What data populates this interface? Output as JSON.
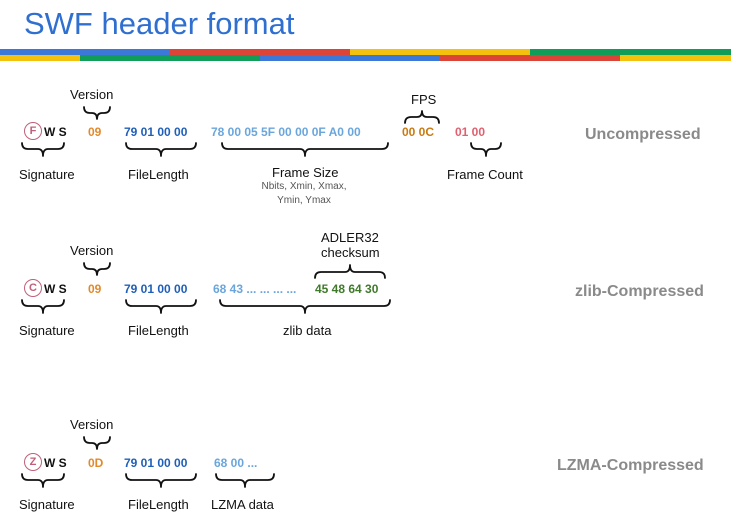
{
  "title": "SWF header format",
  "colors": {
    "title": "#2f6fd0",
    "version_byte": "#e08a2c",
    "file_length": "#1f5fb8",
    "frame_size": "#6aa6dc",
    "fps": "#c97a10",
    "frame_count": "#e06070",
    "checksum": "#3f7a2a",
    "signature_circle": "#c0607a",
    "mode_label": "#8a8a8a",
    "stripe_blue": "#3c78d8",
    "stripe_red": "#db4437",
    "stripe_yellow": "#f4c20d",
    "stripe_green": "#0f9d58"
  },
  "uncompressed": {
    "mode": "Uncompressed",
    "sig_first": "F",
    "sig_rest": "W S",
    "version_label": "Version",
    "version": "09",
    "file_length": "79 01 00 00",
    "frame_size": "78 00 05 5F 00 00 0F A0 00",
    "fps_label": "FPS",
    "fps": "00 0C",
    "frame_count": "01 00",
    "signature_label": "Signature",
    "file_length_label": "FileLength",
    "frame_size_label": "Frame Size",
    "frame_size_sub1": "Nbits, Xmin, Xmax,",
    "frame_size_sub2": "Ymin, Ymax",
    "frame_count_label": "Frame Count"
  },
  "zlib": {
    "mode": "zlib-Compressed",
    "sig_first": "C",
    "sig_rest": "W S",
    "version_label": "Version",
    "version": "09",
    "file_length": "79 01 00 00",
    "data": "68 43 ... ... ... ...",
    "checksum": "45 48 64 30",
    "checksum_label1": "ADLER32",
    "checksum_label2": "checksum",
    "signature_label": "Signature",
    "file_length_label": "FileLength",
    "data_label": "zlib data"
  },
  "lzma": {
    "mode": "LZMA-Compressed",
    "sig_first": "Z",
    "sig_rest": "W S",
    "version_label": "Version",
    "version": "0D",
    "file_length": "79 01 00 00",
    "data": "68 00 ...",
    "signature_label": "Signature",
    "file_length_label": "FileLength",
    "data_label": "LZMA data"
  }
}
